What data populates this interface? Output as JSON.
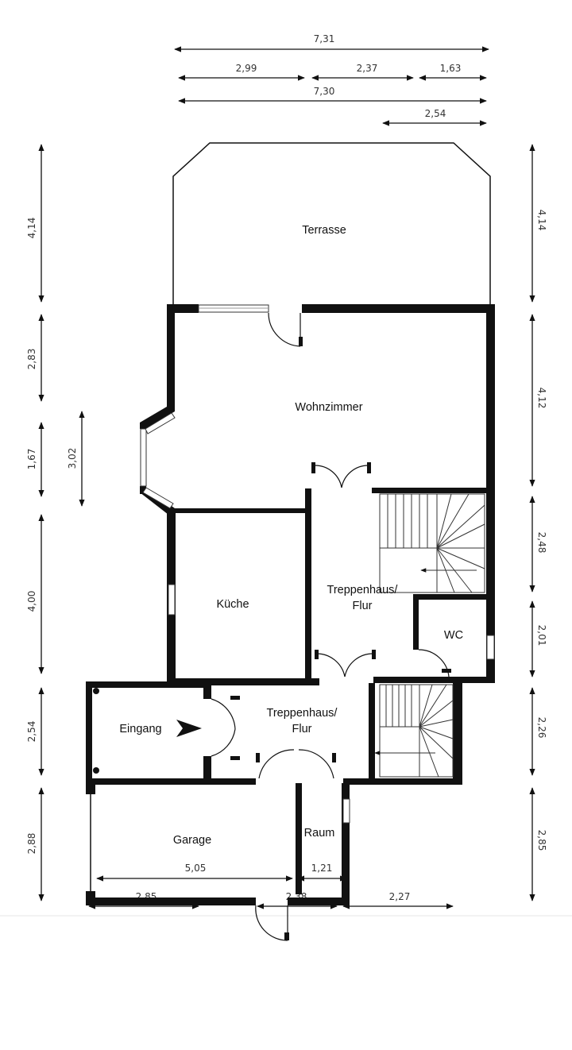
{
  "rooms": {
    "terrasse": "Terrasse",
    "wohnzimmer": "Wohnzimmer",
    "kueche": "Küche",
    "treppenhaus_oben_1": "Treppenhaus/",
    "treppenhaus_oben_2": "Flur",
    "wc": "WC",
    "treppenhaus_unten_1": "Treppenhaus/",
    "treppenhaus_unten_2": "Flur",
    "eingang": "Eingang",
    "garage": "Garage",
    "raum": "Raum"
  },
  "dimensions": {
    "top": [
      "7,31",
      "2,99",
      "2,37",
      "1,63",
      "7,30",
      "2,54"
    ],
    "left": [
      "4,14",
      "2,83",
      "1,67",
      "4,00",
      "2,54",
      "2,88"
    ],
    "left_inner": "3,02",
    "right": [
      "4,14",
      "4,12",
      "2,48",
      "2,01",
      "2,26",
      "2,85"
    ],
    "bottom": [
      "5,05",
      "1,21",
      "2,85",
      "2,38",
      "2,27"
    ]
  }
}
